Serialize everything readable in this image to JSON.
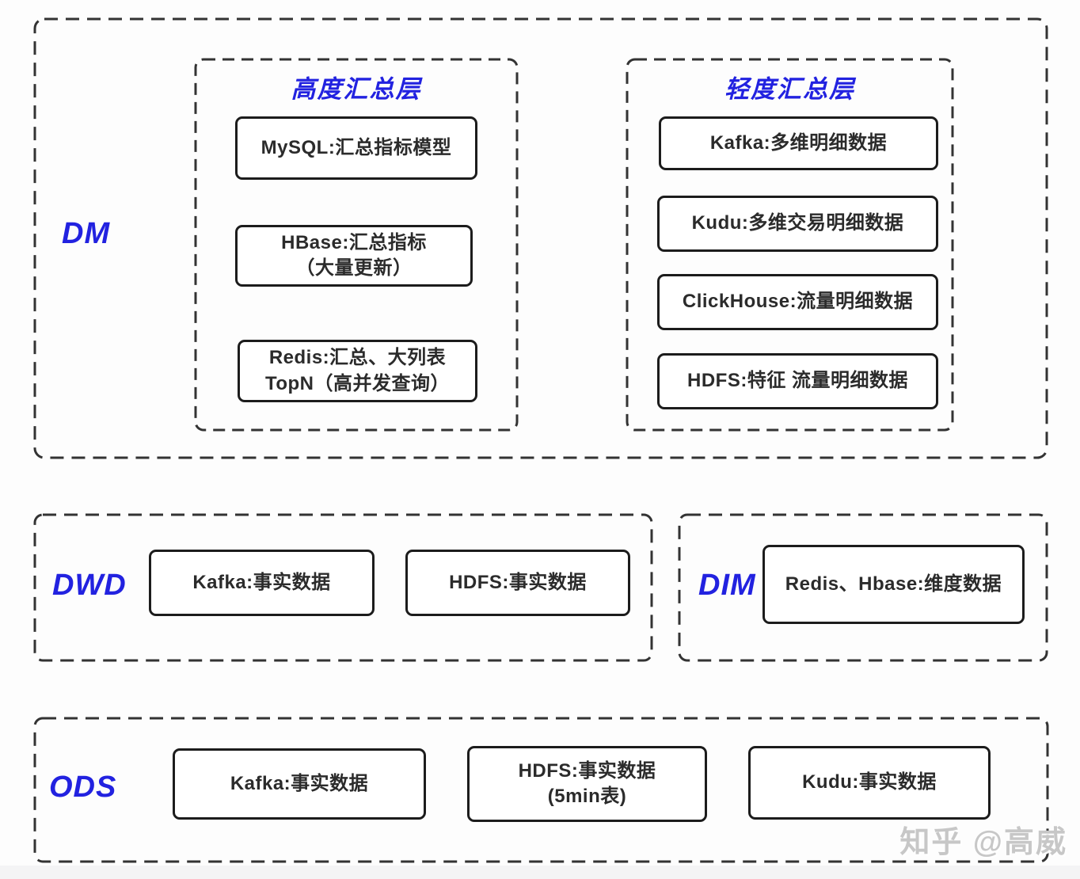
{
  "colors": {
    "accent_blue": "#2222e0",
    "box_border": "#1c1c1c",
    "dash_gray": "#333333",
    "watermark_gray": "#c7c7c7",
    "background": "#fdfdfd"
  },
  "dm": {
    "label": "DM",
    "high_summary": {
      "title": "高度汇总层",
      "mysql_box": "MySQL:汇总指标模型",
      "hbase_box_line1": "HBase:汇总指标",
      "hbase_box_line2": "（大量更新）",
      "redis_box_line1": "Redis:汇总、大列表",
      "redis_box_line2": "TopN（高并发查询）"
    },
    "light_summary": {
      "title": "轻度汇总层",
      "kafka_box": "Kafka:多维明细数据",
      "kudu_box": "Kudu:多维交易明细数据",
      "clickhouse_box": "ClickHouse:流量明细数据",
      "hdfs_box": "HDFS:特征 流量明细数据"
    }
  },
  "dwd": {
    "label": "DWD",
    "kafka_box": "Kafka:事实数据",
    "hdfs_box": "HDFS:事实数据"
  },
  "dim": {
    "label": "DIM",
    "redis_hbase_box": "Redis、Hbase:维度数据"
  },
  "ods": {
    "label": "ODS",
    "kafka_box": "Kafka:事实数据",
    "hdfs_box_line1": "HDFS:事实数据",
    "hdfs_box_line2": "(5min表)",
    "kudu_box": "Kudu:事实数据"
  },
  "watermark": "知乎 @高威"
}
